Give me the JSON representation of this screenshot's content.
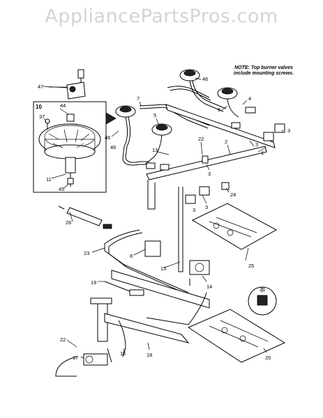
{
  "watermark": "AppliancePartsPros.com",
  "note": {
    "line1": "NOTE: Top burner valves",
    "line2": "include mounting screws."
  },
  "inset_label": "10",
  "callouts": [
    "47",
    "10",
    "37",
    "44",
    "46",
    "11",
    "45",
    "7",
    "5",
    "46",
    "13",
    "22",
    "2",
    "1",
    "3",
    "3",
    "4",
    "6",
    "3",
    "3",
    "24",
    "3",
    "26",
    "23",
    "8",
    "15",
    "14",
    "25",
    "19",
    "21",
    "22",
    "17",
    "16",
    "18",
    "20",
    "46"
  ]
}
